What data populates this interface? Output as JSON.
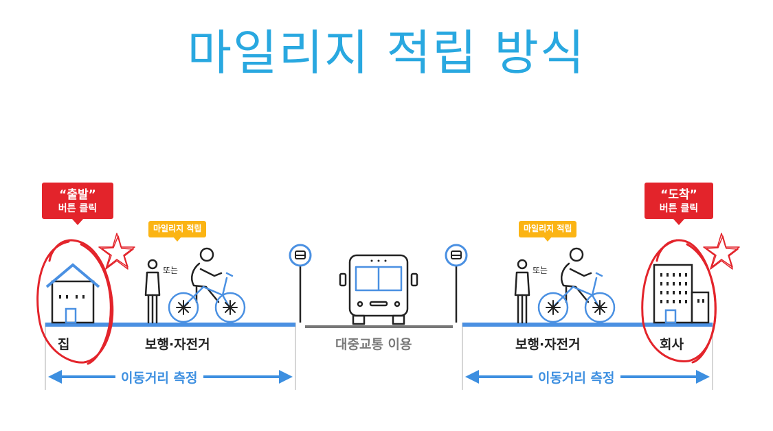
{
  "title": "마일리지 적립 방식",
  "start_callout": {
    "quote": "“출발”",
    "sub": "버튼 클릭"
  },
  "end_callout": {
    "quote": "“도착”",
    "sub": "버튼 클릭"
  },
  "mileage_tag": "마일리지 적립",
  "or_text": "또는",
  "labels": {
    "home": "집",
    "walk_bike": "보행·자전거",
    "transit": "대중교통 이용",
    "company": "회사",
    "measure": "이동거리 측정"
  },
  "colors": {
    "title": "#29a8e0",
    "road_blue": "#4a90e2",
    "road_gray": "#777777",
    "callout_red": "#e3242b",
    "tag_yellow": "#fbb414",
    "pen_red": "#e3242b",
    "measure_blue": "#3d8fe0"
  },
  "icons": [
    "house-icon",
    "pedestrian-icon",
    "cyclist-icon",
    "bus-stop-sign-icon",
    "bus-icon",
    "office-building-icon",
    "star-scribble-icon"
  ]
}
